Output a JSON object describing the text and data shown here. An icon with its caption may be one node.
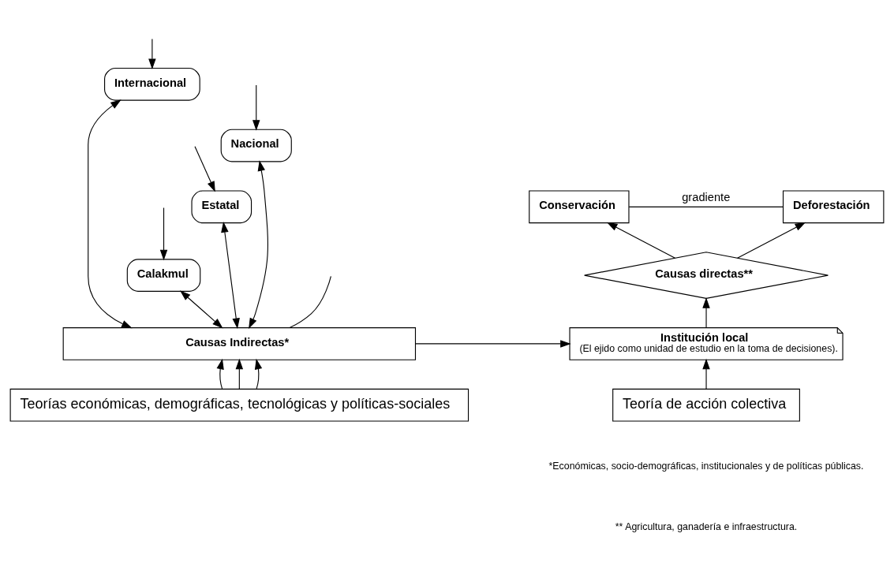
{
  "diagram": {
    "nodes": [
      {
        "text": [
          "Conservación"
        ]
      },
      {
        "text": [
          "Deforestación"
        ]
      },
      {
        "text": [
          "Causas directas**"
        ]
      },
      {
        "text": [
          "Internacional"
        ]
      },
      {
        "text": [
          "Nacional"
        ]
      },
      {
        "text": [
          "Estatal"
        ]
      },
      {
        "text": [
          "Calakmul"
        ]
      },
      {
        "text": [
          "Institución local",
          "(El ejido como unidad de estudio en la toma de decisiones)."
        ]
      },
      {
        "text": [
          "Causas Indirectas*"
        ]
      },
      {
        "text": [
          "Teoría de acción colectiva"
        ]
      },
      {
        "text": [
          "Teorías económicas, demográficas, tecnológicas y políticas-sociales"
        ]
      }
    ],
    "edges": [
      {
        "from": 0,
        "to": 1,
        "arrow": "none",
        "label": "gradiente"
      },
      {
        "from": 2,
        "to": 0,
        "arrow": "to"
      },
      {
        "from": 2,
        "to": 1,
        "arrow": "to"
      },
      {
        "from": 7,
        "to": 2,
        "arrow": "to"
      },
      {
        "from": 8,
        "to": 7,
        "arrow": "to"
      },
      {
        "from": 9,
        "to": 7,
        "arrow": "to"
      },
      {
        "from": 6,
        "to": 8,
        "arrow": "both"
      },
      {
        "from": 5,
        "to": 8,
        "arrow": "both"
      },
      {
        "from": 4,
        "to": 8,
        "arrow": "both"
      },
      {
        "from": 3,
        "to": 8,
        "arrow": "both"
      },
      {
        "from": 10,
        "to": 8,
        "arrow": "to"
      },
      {
        "from": 10,
        "to": 8,
        "arrow": "to"
      },
      {
        "from": 10,
        "to": 8,
        "arrow": "to"
      },
      {
        "from": null,
        "to": 3,
        "arrow": "to"
      },
      {
        "from": null,
        "to": 4,
        "arrow": "to"
      },
      {
        "from": null,
        "to": 5,
        "arrow": "to"
      },
      {
        "from": null,
        "to": 6,
        "arrow": "to"
      },
      {
        "from": null,
        "to": 8,
        "arrow": "none"
      }
    ],
    "labels": [
      "*Económicas, socio-demográficas, institucionales y de políticas públicas.",
      "** Agricultura, ganadería e infraestructura."
    ]
  }
}
